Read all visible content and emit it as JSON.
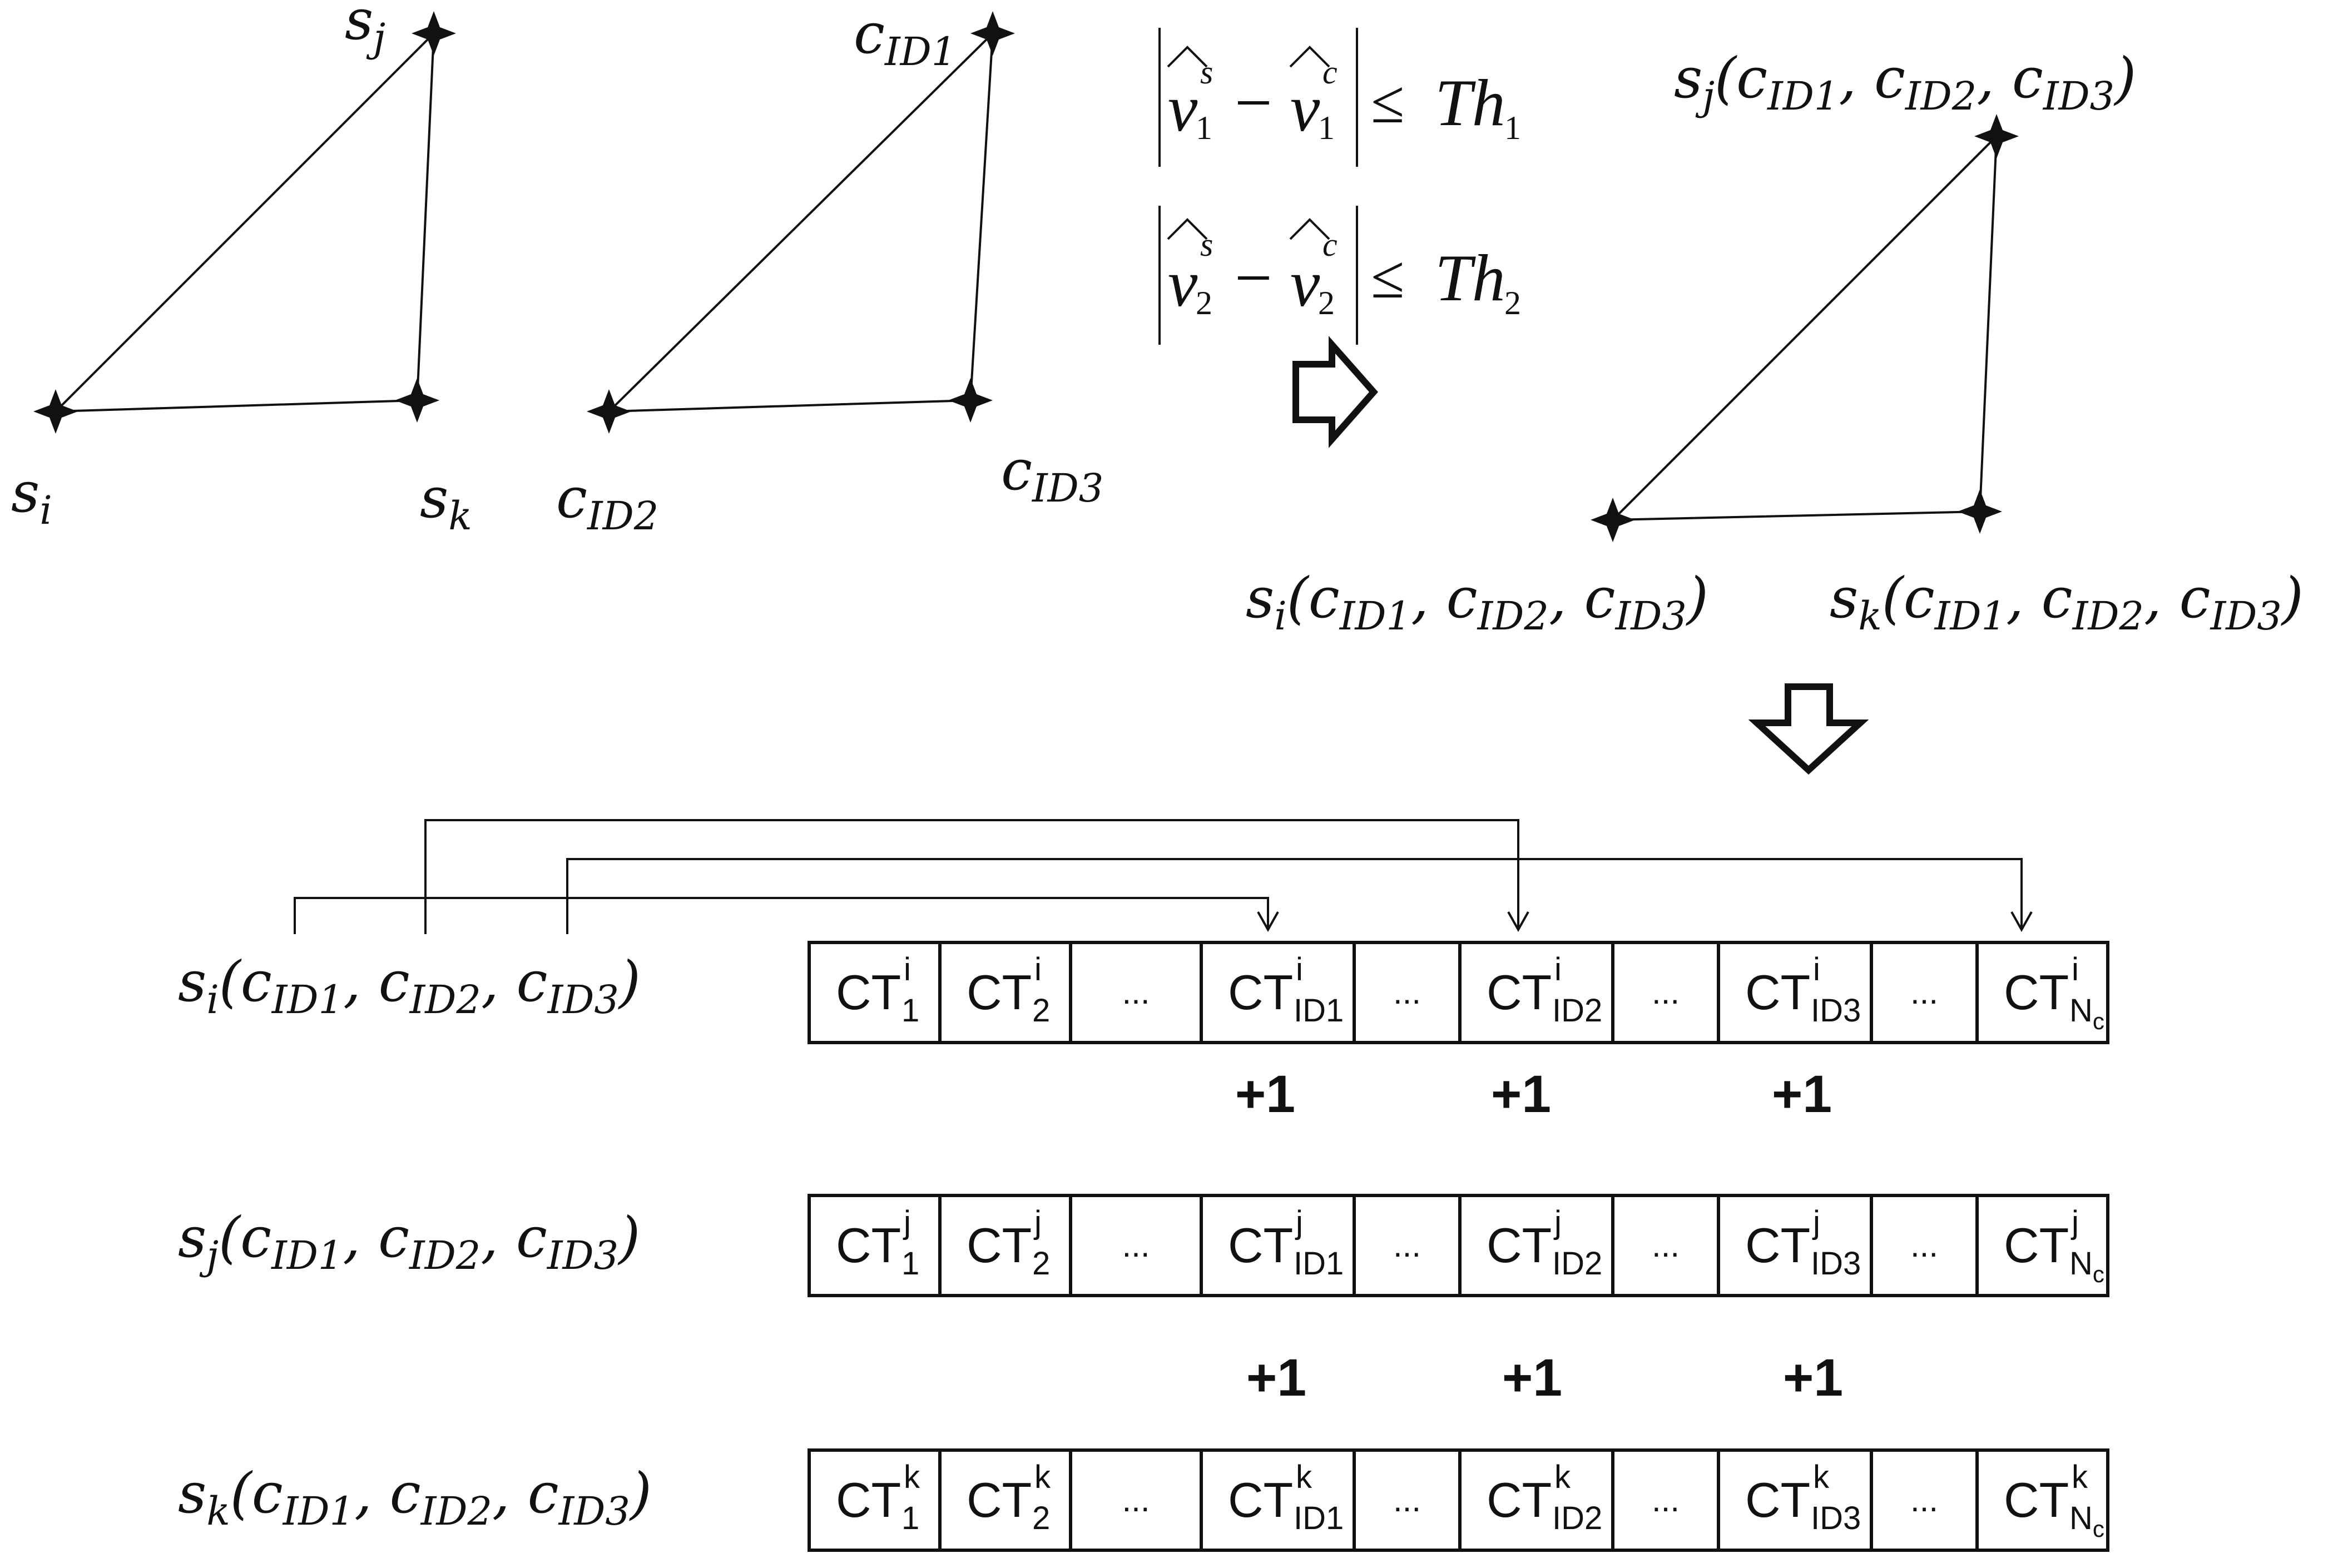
{
  "triangle_stars": {
    "s_i": {
      "base": "s",
      "sub": "i"
    },
    "s_j": {
      "base": "s",
      "sub": "j"
    },
    "s_k": {
      "base": "s",
      "sub": "k"
    }
  },
  "triangle_catalog": {
    "c_ID1": {
      "base": "c",
      "sub": "ID1"
    },
    "c_ID2": {
      "base": "c",
      "sub": "ID2"
    },
    "c_ID3": {
      "base": "c",
      "sub": "ID3"
    }
  },
  "conditions": [
    {
      "v": "v",
      "sub": "1",
      "sup_s": "s",
      "sup_c": "c",
      "minus": "−",
      "le": "≤",
      "th": "Th",
      "th_sub": "1"
    },
    {
      "v": "v",
      "sub": "2",
      "sup_s": "s",
      "sup_c": "c",
      "minus": "−",
      "le": "≤",
      "th": "Th",
      "th_sub": "2"
    }
  ],
  "matched_labels": {
    "sj": "(c_ID1, c_ID2, c_ID3)",
    "si": "(c_ID1, c_ID2, c_ID3)",
    "sk": "(c_ID1, c_ID2, c_ID3)"
  },
  "star_ids": [
    "i",
    "j",
    "k"
  ],
  "row_label_parts": {
    "open": "(",
    "sep": ", ",
    "close": ")",
    "c": "c",
    "ids": [
      "ID1",
      "ID2",
      "ID3"
    ]
  },
  "tables": [
    {
      "star": "i",
      "cells": [
        {
          "main": "CT",
          "sub": "1"
        },
        {
          "main": "CT",
          "sub": "2"
        },
        {
          "text": "..."
        },
        {
          "main": "CT",
          "sub": "ID1"
        },
        {
          "text": "..."
        },
        {
          "main": "CT",
          "sub": "ID2"
        },
        {
          "text": "..."
        },
        {
          "main": "CT",
          "sub": "ID3"
        },
        {
          "text": "..."
        },
        {
          "main": "CT",
          "sub": "N",
          "subsub": "c"
        }
      ]
    },
    {
      "star": "j",
      "cells": [
        {
          "main": "CT",
          "sub": "1"
        },
        {
          "main": "CT",
          "sub": "2"
        },
        {
          "text": "..."
        },
        {
          "main": "CT",
          "sub": "ID1"
        },
        {
          "text": "..."
        },
        {
          "main": "CT",
          "sub": "ID2"
        },
        {
          "text": "..."
        },
        {
          "main": "CT",
          "sub": "ID3"
        },
        {
          "text": "..."
        },
        {
          "main": "CT",
          "sub": "N",
          "subsub": "c"
        }
      ]
    },
    {
      "star": "k",
      "cells": [
        {
          "main": "CT",
          "sub": "1"
        },
        {
          "main": "CT",
          "sub": "2"
        },
        {
          "text": "..."
        },
        {
          "main": "CT",
          "sub": "ID1"
        },
        {
          "text": "..."
        },
        {
          "main": "CT",
          "sub": "ID2"
        },
        {
          "text": "..."
        },
        {
          "main": "CT",
          "sub": "ID3"
        },
        {
          "text": "..."
        },
        {
          "main": "CT",
          "sub": "N",
          "subsub": "c"
        }
      ]
    }
  ],
  "increments": [
    "+1",
    "+1",
    "+1"
  ]
}
